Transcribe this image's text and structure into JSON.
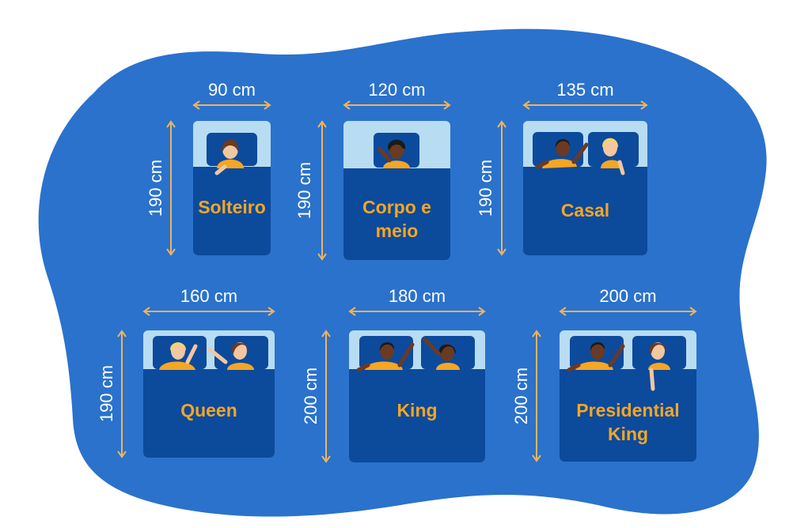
{
  "colors": {
    "background_blob": "#2a72cc",
    "bed_body": "#0c4a9c",
    "bed_headboard": "#b8dcf2",
    "pillow": "#0c4a9c",
    "label": "#f5a623",
    "dimension_arrow": "#f2b35a",
    "dimension_text": "#ffffff",
    "shirt": "#f5a623",
    "skin_light": "#f2c7a0",
    "skin_dark": "#6b3a22"
  },
  "beds": [
    {
      "id": "solteiro",
      "name_lines": [
        "Solteiro"
      ],
      "width": "90 cm",
      "height": "190 cm",
      "sleepers": 1
    },
    {
      "id": "corpo-e-meio",
      "name_lines": [
        "Corpo e",
        "meio"
      ],
      "width": "120 cm",
      "height": "190 cm",
      "sleepers": 1
    },
    {
      "id": "casal",
      "name_lines": [
        "Casal"
      ],
      "width": "135 cm",
      "height": "190 cm",
      "sleepers": 2
    },
    {
      "id": "queen",
      "name_lines": [
        "Queen"
      ],
      "width": "160 cm",
      "height": "190 cm",
      "sleepers": 2
    },
    {
      "id": "king",
      "name_lines": [
        "King"
      ],
      "width": "180 cm",
      "height": "200 cm",
      "sleepers": 2
    },
    {
      "id": "presidential-king",
      "name_lines": [
        "Presidential",
        "King"
      ],
      "width": "200 cm",
      "height": "200 cm",
      "sleepers": 2
    }
  ]
}
